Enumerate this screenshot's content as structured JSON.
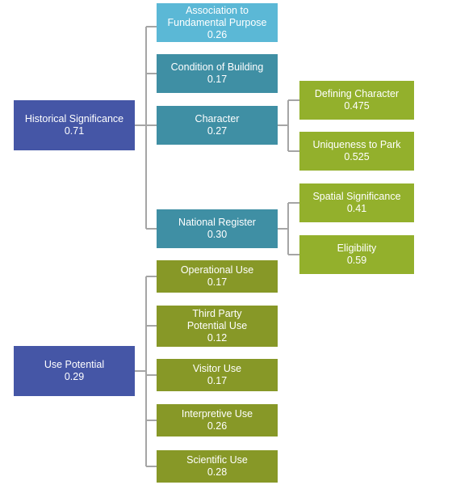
{
  "colors": {
    "root": "#4556A6",
    "level1_light": "#5BB8D6",
    "level1_teal": "#3F8FA4",
    "olive": "#879827",
    "olive_dark": "#7A8C22",
    "green": "#93B02C",
    "connector": "#a5a5a5",
    "text": "#ffffff"
  },
  "nodes": {
    "historical_significance": {
      "label": "Historical Significance",
      "value": "0.71"
    },
    "association": {
      "label": "Association to Fundamental Purpose",
      "value": "0.26"
    },
    "condition": {
      "label": "Condition  of Building",
      "value": "0.17"
    },
    "character": {
      "label": "Character",
      "value": "0.27"
    },
    "national_register": {
      "label": "National Register",
      "value": "0.30"
    },
    "defining_character": {
      "label": "Defining Character",
      "value": "0.475"
    },
    "uniqueness": {
      "label": "Uniqueness to Park",
      "value": "0.525"
    },
    "spatial_significance": {
      "label": "Spatial Significance",
      "value": "0.41"
    },
    "eligibility": {
      "label": "Eligibility",
      "value": "0.59"
    },
    "use_potential": {
      "label": "Use Potential",
      "value": "0.29"
    },
    "operational_use": {
      "label": "Operational Use",
      "value": "0.17"
    },
    "third_party": {
      "label": "Third Party Potential Use",
      "value": "0.12"
    },
    "visitor_use": {
      "label": "Visitor Use",
      "value": "0.17"
    },
    "interpretive_use": {
      "label": "Interpretive Use",
      "value": "0.26"
    },
    "scientific_use": {
      "label": "Scientific Use",
      "value": "0.28"
    }
  }
}
